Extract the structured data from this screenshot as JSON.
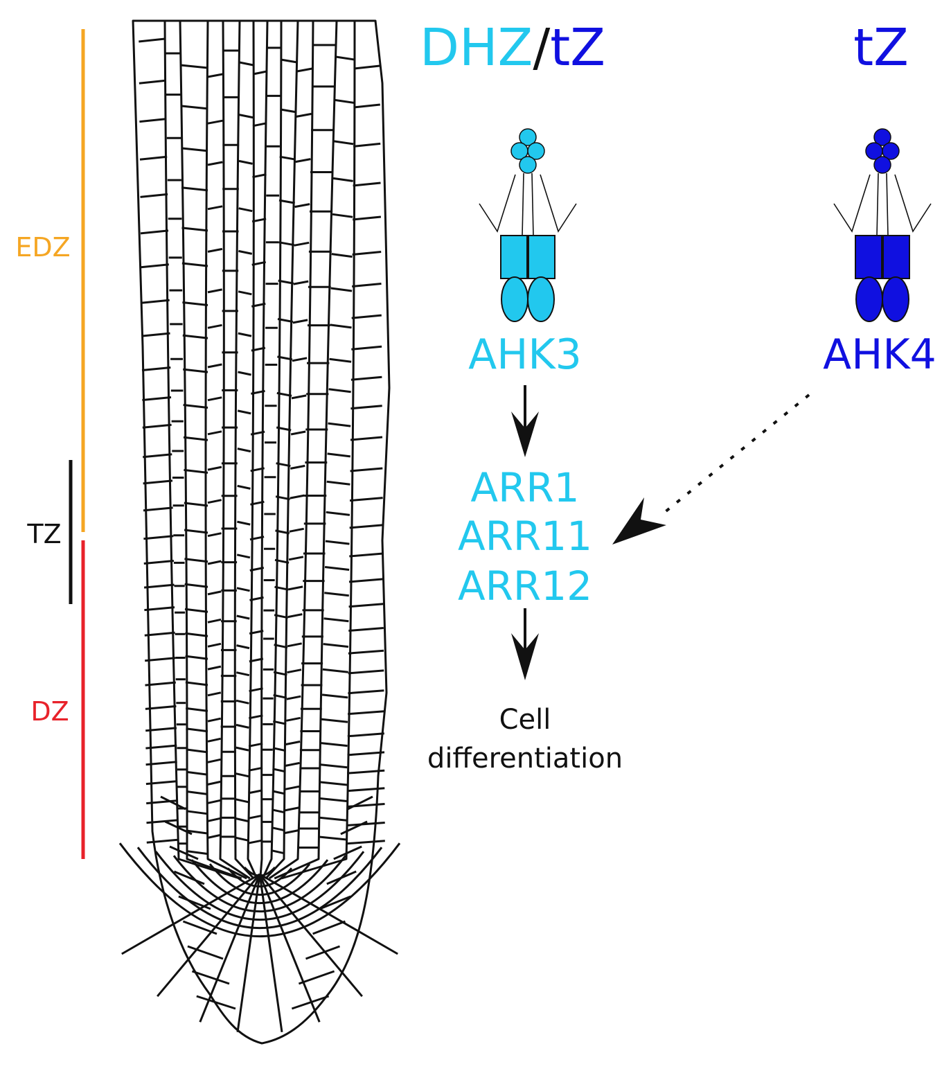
{
  "colors": {
    "edz": "#f5a623",
    "tz": "#111111",
    "dz": "#e8222a",
    "cyan": "#22c8ee",
    "blue": "#1010e0",
    "ink": "#111111"
  },
  "zones": {
    "edz_label": "EDZ",
    "tz_label": "TZ",
    "dz_label": "DZ"
  },
  "ligands": {
    "left_part1": "DHZ",
    "left_sep": "/",
    "left_part2": "tZ",
    "right": "tZ"
  },
  "receptors": {
    "left_label": "AHK3",
    "right_label": "AHK4"
  },
  "regulators": [
    "ARR1",
    "ARR11",
    "ARR12"
  ],
  "outcome": {
    "line1": "Cell",
    "line2": "differentiation"
  },
  "icons": [
    "receptor-dimer-icon",
    "arrow-down-icon",
    "dotted-arrow-icon"
  ]
}
